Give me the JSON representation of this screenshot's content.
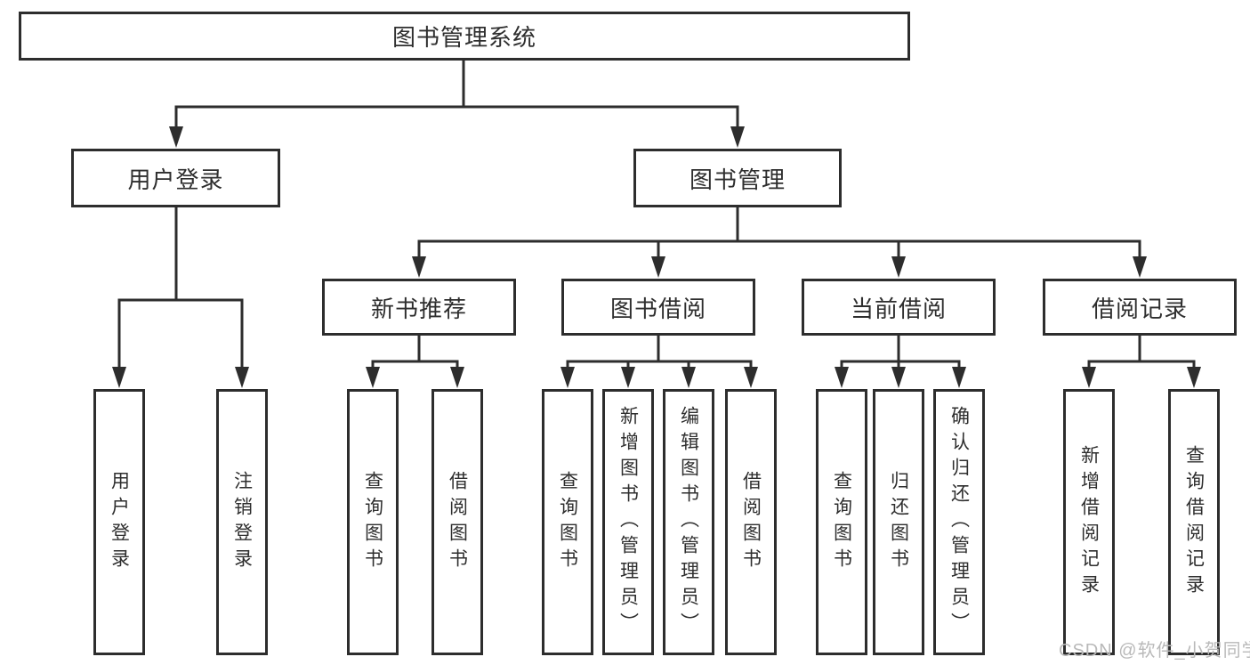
{
  "diagram": {
    "root": "图书管理系统",
    "level2": [
      "用户登录",
      "图书管理"
    ],
    "level3": [
      "新书推荐",
      "图书借阅",
      "当前借阅",
      "借阅记录"
    ],
    "leaves": {
      "user_login": [
        "用户登录",
        "注销登录"
      ],
      "new_books": [
        "查询图书",
        "借阅图书"
      ],
      "book_borrow": [
        "查询图书",
        "新增图书（管理员）",
        "编辑图书（管理员）",
        "借阅图书"
      ],
      "current_borrow": [
        "查询图书",
        "归还图书",
        "确认归还（管理员）"
      ],
      "borrow_records": [
        "新增借阅记录",
        "查询借阅记录"
      ]
    }
  },
  "colors": {
    "line": "#2d2d2d",
    "text": "#2e2e2e",
    "background": "#ffffff",
    "watermark": "#b9b9b9"
  },
  "watermark": "CSDN @软件_小贺同学"
}
